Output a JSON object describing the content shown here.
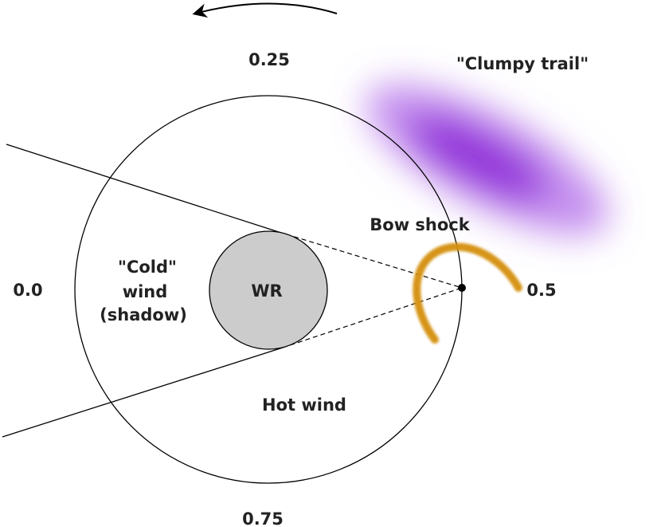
{
  "diagram": {
    "phases": {
      "p0": "0.0",
      "p25": "0.25",
      "p5": "0.5",
      "p75": "0.75"
    },
    "star_label": "WR",
    "cold_wind": {
      "line1": "\"Cold\"",
      "line2": "wind",
      "line3": "(shadow)"
    },
    "hot_wind_label": "Hot wind",
    "bow_shock_label": "Bow shock",
    "clumpy_trail_label": "\"Clumpy trail\"",
    "colors": {
      "star_fill": "#cccccc",
      "bow_shock": "#d4900a",
      "trail": "#8a1fd6",
      "line": "#000000",
      "text": "#222222"
    }
  }
}
